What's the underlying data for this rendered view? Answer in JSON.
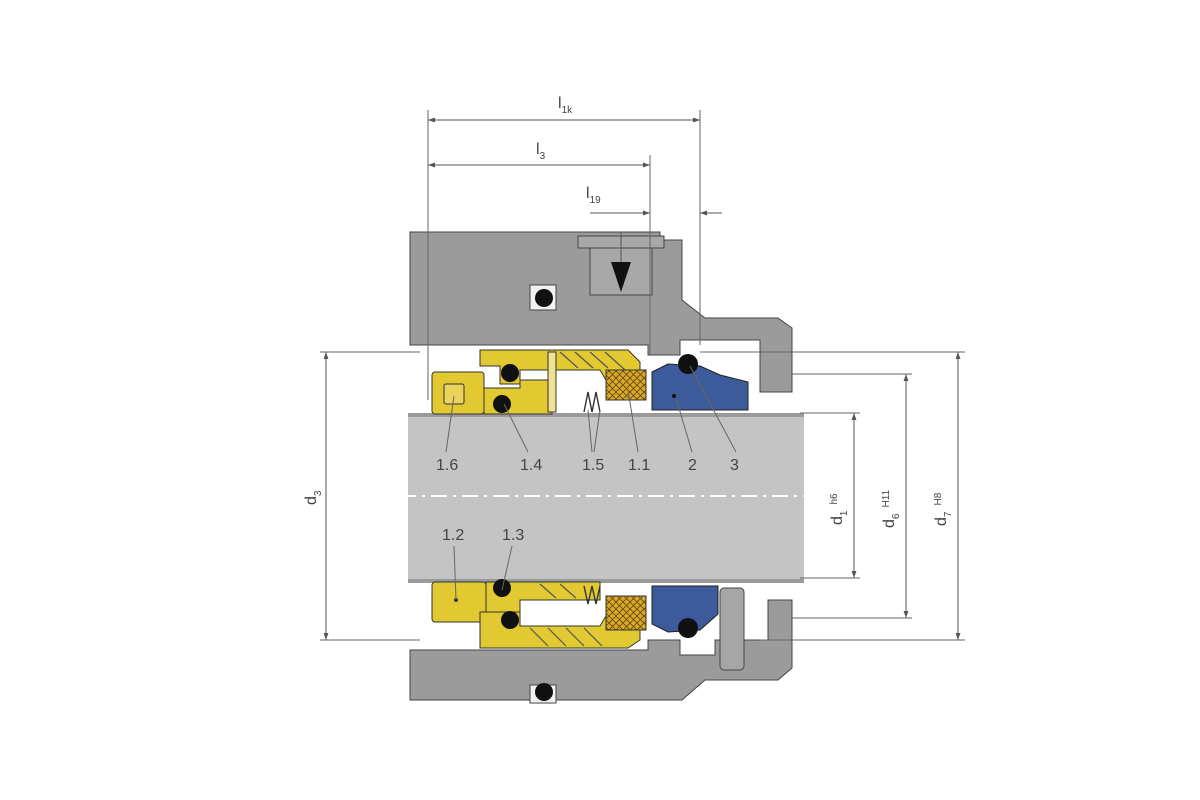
{
  "dimensions": {
    "l1k": {
      "main": "l",
      "sub": "1k"
    },
    "l3": {
      "main": "l",
      "sub": "3"
    },
    "l19": {
      "main": "l",
      "sub": "19"
    },
    "d3": {
      "main": "d",
      "sub": "3"
    },
    "d1": {
      "main": "d",
      "sub": "1",
      "tol": "h6"
    },
    "d6": {
      "main": "d",
      "sub": "6",
      "tol": "H11"
    },
    "d7": {
      "main": "d",
      "sub": "7",
      "tol": "H8"
    }
  },
  "part_labels": {
    "p16": "1.6",
    "p14": "1.4",
    "p15": "1.5",
    "p11": "1.1",
    "p2": "2",
    "p3": "3",
    "p12": "1.2",
    "p13": "1.3"
  },
  "colors": {
    "housing": "#9b9b9b",
    "shaft": "#c4c4c4",
    "rotating_parts": "#e2c931",
    "stationary_seat": "#3d5a9a",
    "seal_face": "#d9a826",
    "o_ring": "#111111"
  }
}
